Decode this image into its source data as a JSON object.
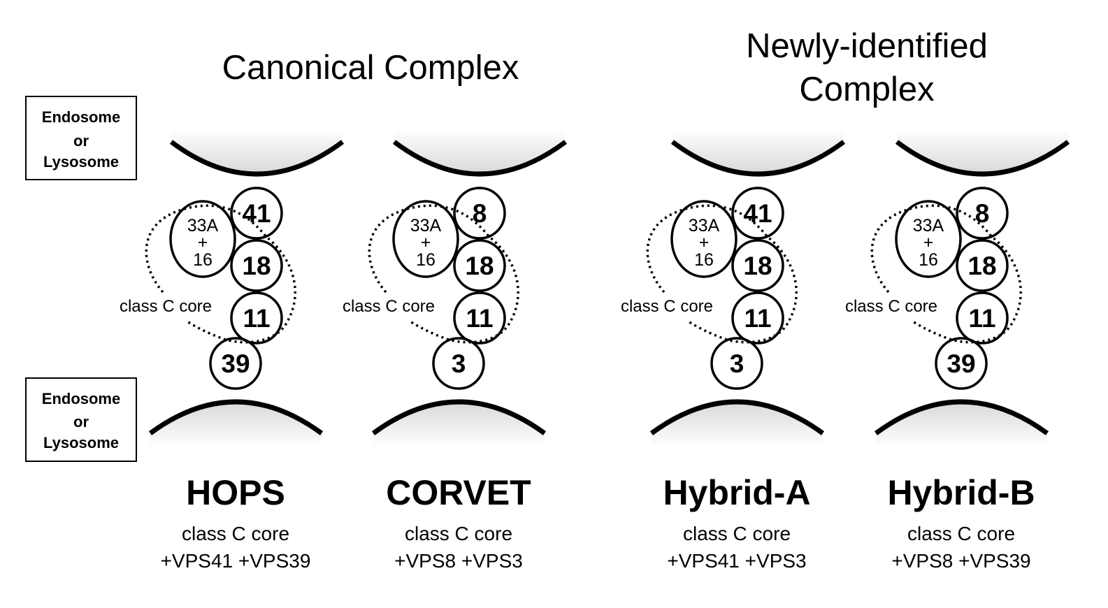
{
  "titles": {
    "canonical": "Canonical Complex",
    "new_line1": "Newly-identified",
    "new_line2": "Complex"
  },
  "compartment_labels": {
    "top": [
      "Endosome",
      "or",
      "Lysosome"
    ],
    "bottom": [
      "Endosome",
      "or",
      "Lysosome"
    ]
  },
  "core_label": "class C core",
  "panels": [
    {
      "name": "HOPS",
      "top": "41",
      "bottom": "39",
      "left": [
        "33A",
        "+",
        "16"
      ],
      "mid1": "18",
      "mid2": "11",
      "desc": "class C core",
      "adds": "+VPS41  +VPS39"
    },
    {
      "name": "CORVET",
      "top": "8",
      "bottom": "3",
      "left": [
        "33A",
        "+",
        "16"
      ],
      "mid1": "18",
      "mid2": "11",
      "desc": "class C core",
      "adds": "+VPS8  +VPS3"
    },
    {
      "name": "Hybrid-A",
      "top": "41",
      "bottom": "3",
      "left": [
        "33A",
        "+",
        "16"
      ],
      "mid1": "18",
      "mid2": "11",
      "desc": "class C core",
      "adds": "+VPS41  +VPS3"
    },
    {
      "name": "Hybrid-B",
      "top": "8",
      "bottom": "39",
      "left": [
        "33A",
        "+",
        "16"
      ],
      "mid1": "18",
      "mid2": "11",
      "desc": "class C core",
      "adds": "+VPS8  +VPS39"
    }
  ]
}
